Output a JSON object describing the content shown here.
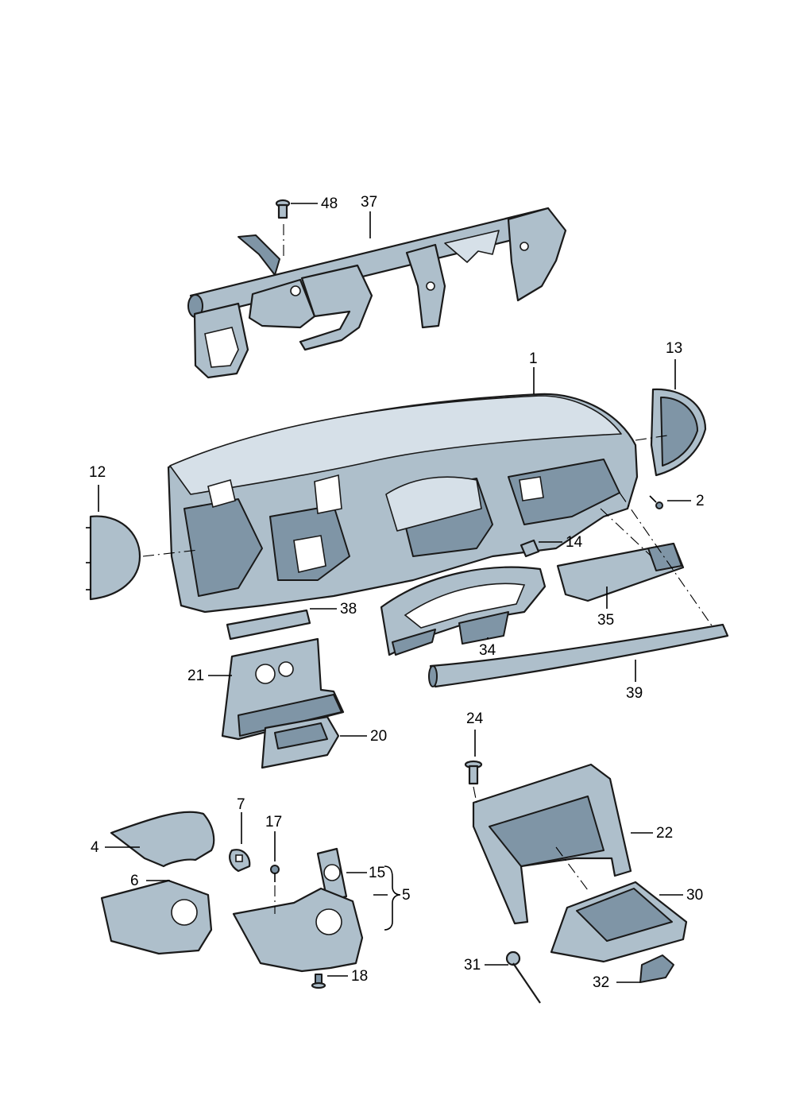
{
  "colors": {
    "part_fill": "#aebfcb",
    "part_shade": "#7f95a6",
    "part_light": "#d6e0e8",
    "outline": "#1a1a1a"
  },
  "part_labels": [
    "48",
    "37",
    "1",
    "13",
    "12",
    "2",
    "14",
    "38",
    "35",
    "34",
    "21",
    "39",
    "20",
    "24",
    "7",
    "17",
    "4",
    "22",
    "15",
    "5",
    "6",
    "30",
    "18",
    "31",
    "32"
  ]
}
